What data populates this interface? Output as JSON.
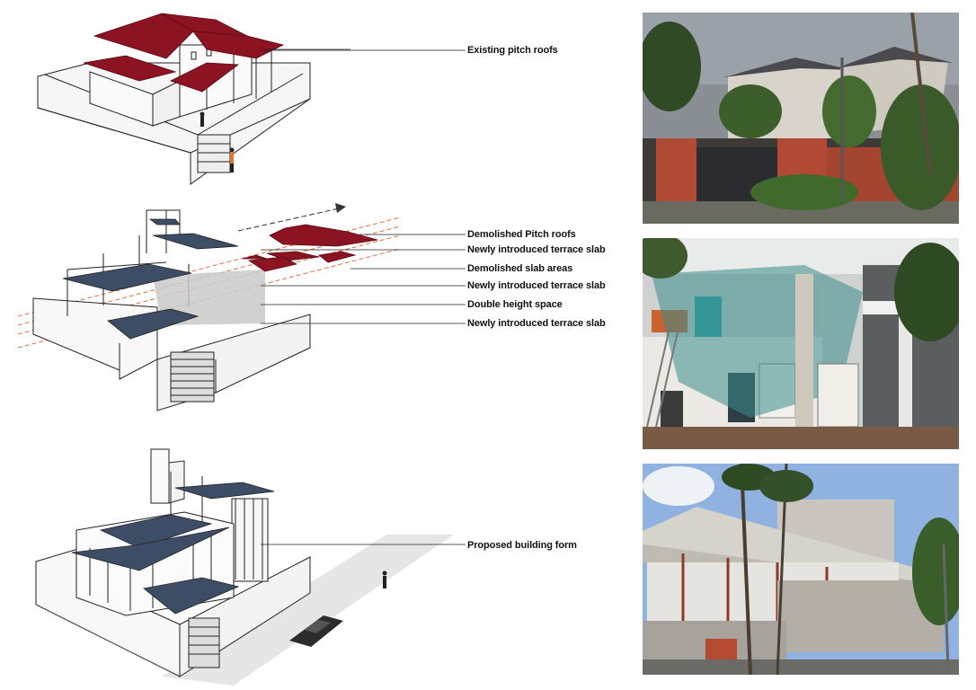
{
  "diagrams": [
    {
      "id": "existing",
      "labels": [
        {
          "text": "Existing pitch roofs"
        }
      ]
    },
    {
      "id": "intervention",
      "labels": [
        {
          "text": "Demolished Pitch roofs"
        },
        {
          "text": "Newly introduced terrace slab"
        },
        {
          "text": "Demolished slab areas"
        },
        {
          "text": "Newly introduced terrace slab"
        },
        {
          "text": "Double height space"
        },
        {
          "text": "Newly introduced terrace slab"
        }
      ]
    },
    {
      "id": "proposed",
      "labels": [
        {
          "text": "Proposed building form"
        }
      ]
    }
  ],
  "colors": {
    "roof_red": "#8c1422",
    "slab_blue": "#3e4d66",
    "line": "#222222",
    "section_line": "#e0602a",
    "shadow_grey": "#c9c9c9"
  },
  "photos": [
    {
      "id": "photo-existing-house"
    },
    {
      "id": "photo-construction"
    },
    {
      "id": "photo-proposed-structure"
    }
  ]
}
